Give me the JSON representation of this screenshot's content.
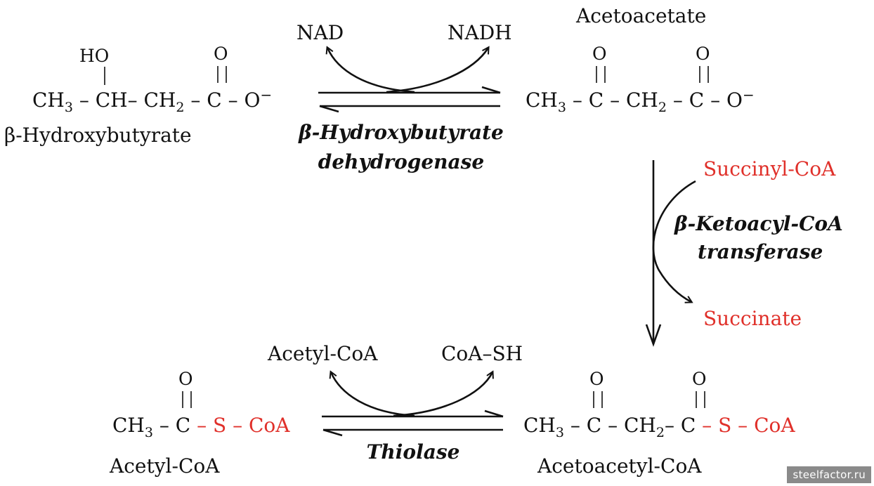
{
  "colors": {
    "ink": "#111111",
    "accent": "#e0302a"
  },
  "top_left": {
    "name": "β-Hydroxybutyrate",
    "oh_label": "HO",
    "o_label": "O",
    "chain": {
      "ch3": "CH",
      "ch3_sub": "3",
      "ch": "CH",
      "ch2": "CH",
      "ch2_sub": "2",
      "c": "C",
      "o_minus": "O",
      "minus": "−"
    }
  },
  "top_reaction": {
    "cofactor_in": "NAD",
    "cofactor_out": "NADH",
    "enzyme_line1": "β-Hydroxybutyrate",
    "enzyme_line2": "dehydrogenase"
  },
  "top_right": {
    "name": "Acetoacetate",
    "o_label_1": "O",
    "o_label_2": "O",
    "chain": {
      "ch3": "CH",
      "ch3_sub": "3",
      "c1": "C",
      "ch2": "CH",
      "ch2_sub": "2",
      "c2": "C",
      "o_minus": "O",
      "minus": "−"
    }
  },
  "vertical_reaction": {
    "cofactor_in": "Succinyl-CoA",
    "cofactor_out": "Succinate",
    "enzyme_line1": "β-Ketoacyl-CoA",
    "enzyme_line2": "transferase"
  },
  "bottom_right": {
    "name": "Acetoacetyl-CoA",
    "o_label_1": "O",
    "o_label_2": "O",
    "chain": {
      "ch3": "CH",
      "ch3_sub": "3",
      "c1": "C",
      "ch2": "CH",
      "ch2_sub": "2",
      "c2": "C",
      "s": "S",
      "coa": "CoA"
    }
  },
  "bottom_reaction": {
    "product_out": "Acetyl-CoA",
    "cofactor_in": "CoA–SH",
    "enzyme": "Thiolase"
  },
  "bottom_left": {
    "name": "Acetyl-CoA",
    "o_label": "O",
    "chain": {
      "ch3": "CH",
      "ch3_sub": "3",
      "c": "C",
      "s": "S",
      "coa": "CoA"
    }
  },
  "watermark": "steelfactor.ru"
}
